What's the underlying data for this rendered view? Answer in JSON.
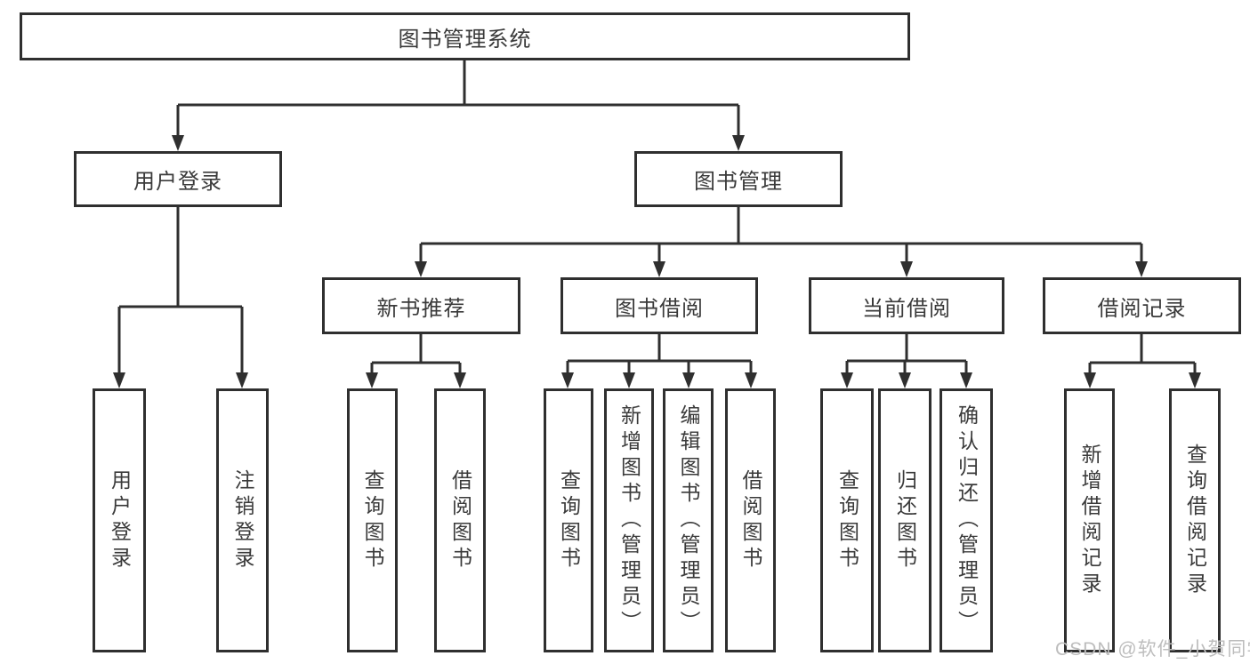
{
  "title": "图书管理系统",
  "watermark": "CSDN @软件_小贺同学",
  "colors": {
    "line": "#2f2f2f",
    "box_border": "#2f2f2f",
    "text": "#3a3a3a",
    "watermark": "#bdbdbd",
    "background": "#ffffff"
  },
  "nodes": {
    "root": {
      "label": "图书管理系统"
    },
    "user_login": {
      "label": "用户登录"
    },
    "book_mgmt": {
      "label": "图书管理"
    },
    "new_book_rec": {
      "label": "新书推荐"
    },
    "book_borrow": {
      "label": "图书借阅"
    },
    "current_borrow": {
      "label": "当前借阅"
    },
    "borrow_records": {
      "label": "借阅记录"
    },
    "leaf_user_login": {
      "label": "用户登录"
    },
    "leaf_logout": {
      "label": "注销登录"
    },
    "leaf_query_book_1": {
      "label": "查询图书"
    },
    "leaf_borrow_book_1": {
      "label": "借阅图书"
    },
    "leaf_query_book_2": {
      "label": "查询图书"
    },
    "leaf_add_book": {
      "label": "新增图书（管理员）"
    },
    "leaf_edit_book": {
      "label": "编辑图书（管理员）"
    },
    "leaf_borrow_book_2": {
      "label": "借阅图书"
    },
    "leaf_query_book_3": {
      "label": "查询图书"
    },
    "leaf_return_book": {
      "label": "归还图书"
    },
    "leaf_confirm_return": {
      "label": "确认归还（管理员）"
    },
    "leaf_add_record": {
      "label": "新增借阅记录"
    },
    "leaf_query_record": {
      "label": "查询借阅记录"
    }
  },
  "hierarchy": {
    "图书管理系统": {
      "用户登录": [
        "用户登录",
        "注销登录"
      ],
      "图书管理": {
        "新书推荐": [
          "查询图书",
          "借阅图书"
        ],
        "图书借阅": [
          "查询图书",
          "新增图书（管理员）",
          "编辑图书（管理员）",
          "借阅图书"
        ],
        "当前借阅": [
          "查询图书",
          "归还图书",
          "确认归还（管理员）"
        ],
        "借阅记录": [
          "新增借阅记录",
          "查询借阅记录"
        ]
      }
    }
  }
}
